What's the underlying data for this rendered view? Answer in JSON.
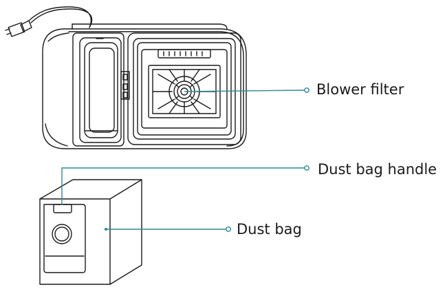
{
  "labels": {
    "blower_filter": "Blower filter",
    "dust_bag_handle": "Dust bag handle",
    "dust_bag": "Dust bag"
  },
  "colors": {
    "leader_line": "#2a8a94",
    "outline": "#1a1a1a"
  }
}
